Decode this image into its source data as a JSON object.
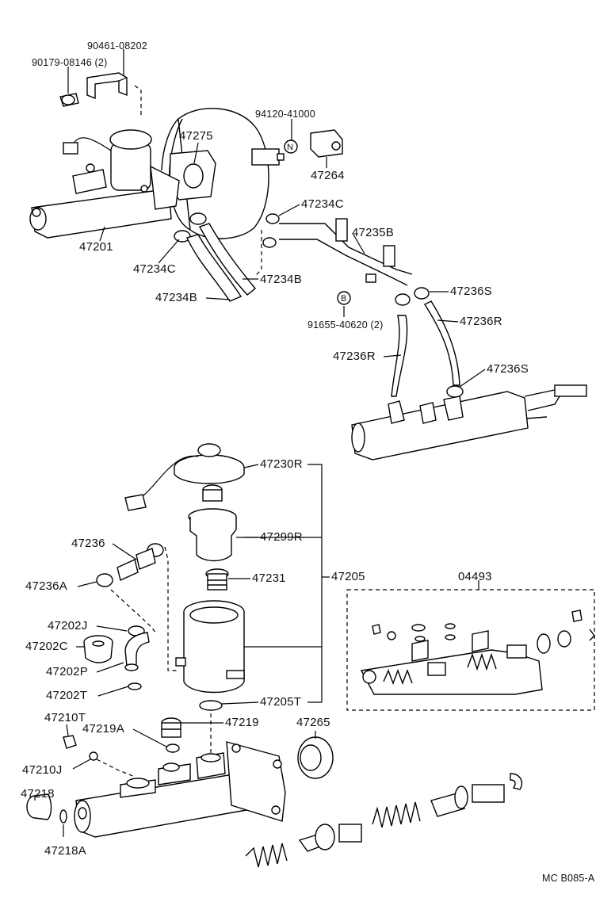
{
  "labels": {
    "p90461": "90461-08202",
    "p90179": "90179-08146 (2)",
    "p94120": "94120-41000",
    "p47275": "47275",
    "p47264": "47264",
    "p47234C_r": "47234C",
    "p47235B": "47235B",
    "p47201": "47201",
    "p47234C_l": "47234C",
    "p47234B_r": "47234B",
    "p47234B_l": "47234B",
    "p47236S_t": "47236S",
    "p91655": "91655-40620 (2)",
    "p47236R_r": "47236R",
    "p47236R_l": "47236R",
    "p47236S_b": "47236S",
    "p47230R": "47230R",
    "p47236": "47236",
    "p47299R": "47299R",
    "p47236A": "47236A",
    "p47231": "47231",
    "p47205": "47205",
    "p04493": "04493",
    "p47202J": "47202J",
    "p47202C": "47202C",
    "p47202P": "47202P",
    "p47202T": "47202T",
    "p47205T": "47205T",
    "p47210T": "47210T",
    "p47219A": "47219A",
    "p47219": "47219",
    "p47265": "47265",
    "p47210J": "47210J",
    "p47218": "47218",
    "p47218A": "47218A",
    "code": "MC  B085-A",
    "mark_n": "N",
    "mark_b": "B"
  }
}
